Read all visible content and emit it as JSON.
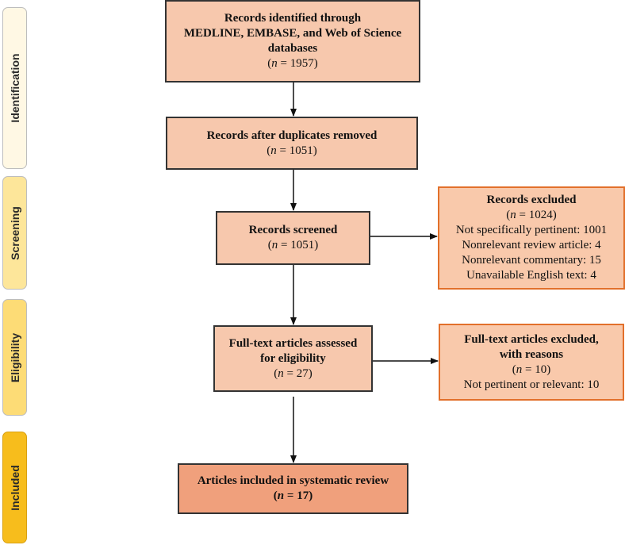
{
  "phases": {
    "identification": "Identification",
    "screening": "Screening",
    "eligibility": "Eligibility",
    "included": "Included"
  },
  "boxes": {
    "identified": {
      "title_line1": "Records identified through",
      "title_line2": "MEDLINE, EMBASE, and Web of Science",
      "title_line3": "databases",
      "n_prefix": "(",
      "n_symbol": "n",
      "n_value": " = 1957)"
    },
    "deduplicated": {
      "title": "Records after duplicates removed",
      "n_prefix": "(",
      "n_symbol": "n",
      "n_value": " = 1051)"
    },
    "screened": {
      "title": "Records screened",
      "n_prefix": "(",
      "n_symbol": "n",
      "n_value": " = 1051)"
    },
    "fulltext": {
      "title_line1": "Full-text articles assessed",
      "title_line2": "for eligibility",
      "n_prefix": "(",
      "n_symbol": "n",
      "n_value": " = 27)"
    },
    "included": {
      "title": "Articles included in systematic review",
      "n_prefix": "(",
      "n_symbol": "n",
      "n_value": " = 17)"
    },
    "records_excluded": {
      "title": "Records excluded",
      "n_prefix": "(",
      "n_symbol": "n",
      "n_value": " = 1024)",
      "reasons": [
        "Not specifically pertinent: 1001",
        "Nonrelevant review article: 4",
        "Nonrelevant commentary: 15",
        "Unavailable English text: 4"
      ]
    },
    "fulltext_excluded": {
      "title_line1": "Full-text articles excluded,",
      "title_line2": "with reasons",
      "n_prefix": "(",
      "n_symbol": "n",
      "n_value": " = 10)",
      "reasons": [
        "Not pertinent or relevant: 10"
      ]
    }
  }
}
